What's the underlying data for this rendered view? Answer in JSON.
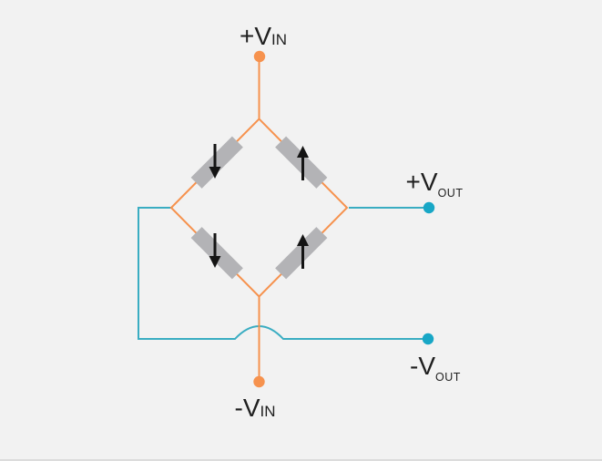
{
  "labels": {
    "vin_pos": {
      "text": "+V",
      "sub": "IN"
    },
    "vin_neg": {
      "text": "-V",
      "sub": "IN"
    },
    "vout_pos": {
      "text": "+V",
      "sub": "OUT"
    },
    "vout_neg": {
      "text": "-V",
      "sub": "OUT"
    }
  },
  "arrows": {
    "top_left": "down",
    "top_right": "up",
    "bottom_left": "down",
    "bottom_right": "up"
  },
  "colors": {
    "orange": "#F6924E",
    "teal": "#3AADC2",
    "teal_dot": "#18A7C6",
    "resistor": "#B3B3B6",
    "arrow": "#141414",
    "text": "#1F1F1F",
    "background": "#F2F2F2",
    "border": "#DCDCDC"
  }
}
